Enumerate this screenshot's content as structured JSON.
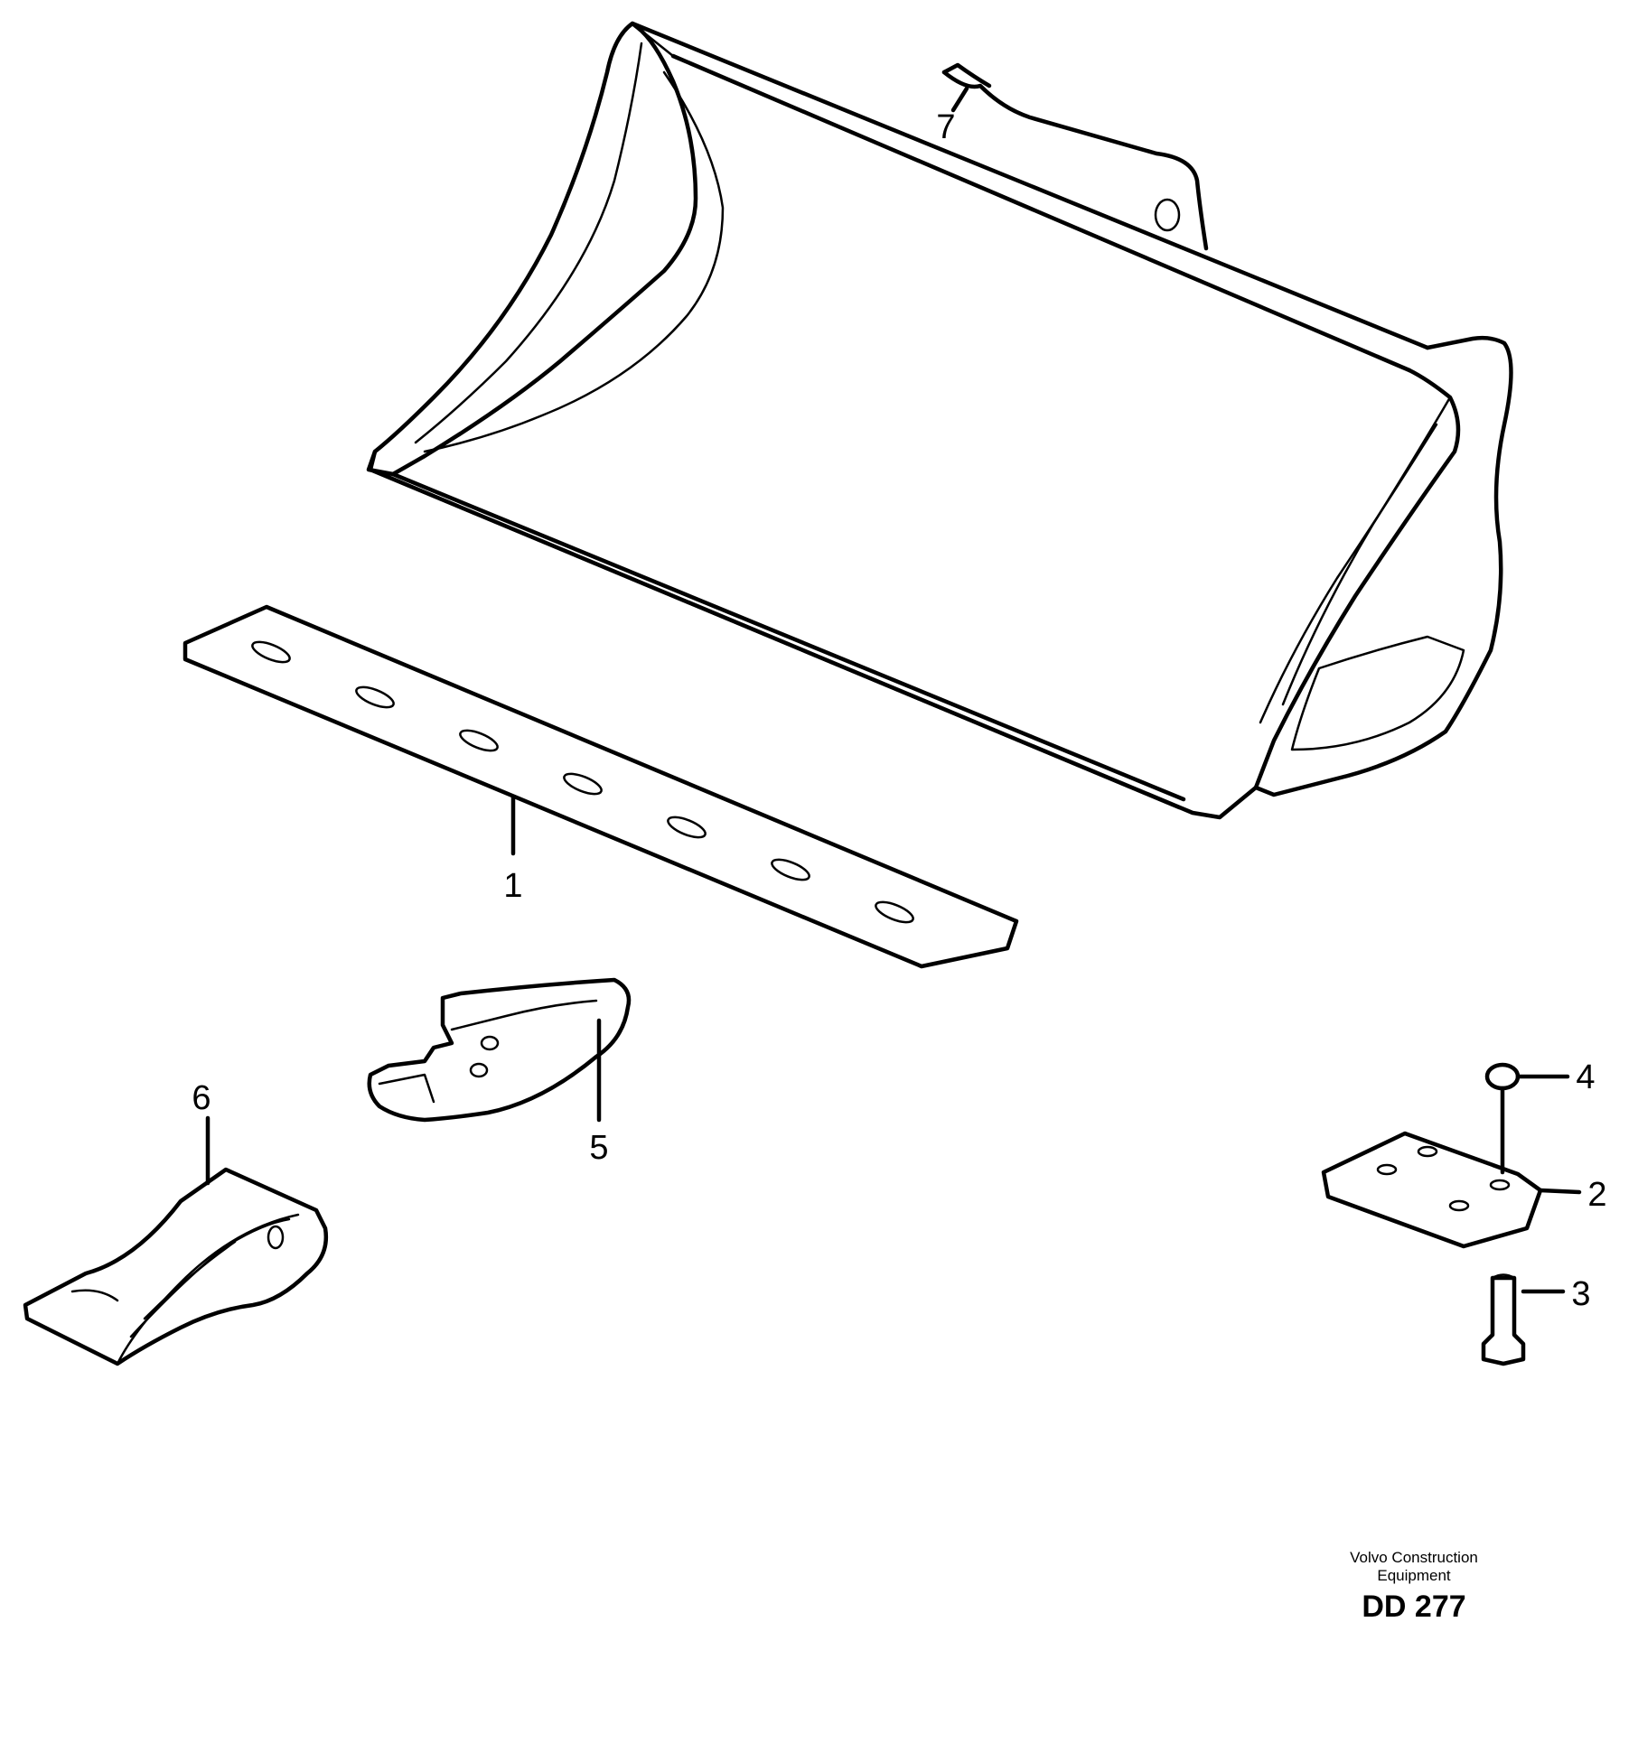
{
  "callouts": {
    "c1": "1",
    "c2": "2",
    "c3": "3",
    "c4": "4",
    "c5": "5",
    "c6": "6",
    "c7": "7"
  },
  "stamp": {
    "line1": "Volvo Construction",
    "line2": "Equipment",
    "code": "DD 277"
  }
}
